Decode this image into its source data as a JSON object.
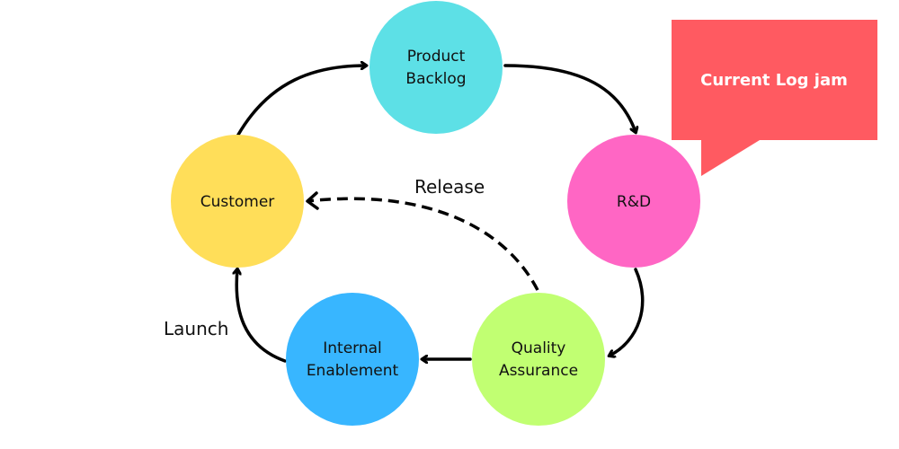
{
  "nodes": {
    "product_backlog": {
      "line1": "Product",
      "line2": "Backlog",
      "color": "#5de0e6"
    },
    "rnd": {
      "label": "R&D",
      "color": "#ff66c4"
    },
    "quality_assurance": {
      "line1": "Quality",
      "line2": "Assurance",
      "color": "#c1ff72"
    },
    "internal_enablement": {
      "line1": "Internal",
      "line2": "Enablement",
      "color": "#38b6ff"
    },
    "customer": {
      "label": "Customer",
      "color": "#ffde59"
    }
  },
  "edges": {
    "release_label": "Release",
    "launch_label": "Launch"
  },
  "callout": {
    "text": "Current Log jam",
    "color": "#ff5a61"
  }
}
